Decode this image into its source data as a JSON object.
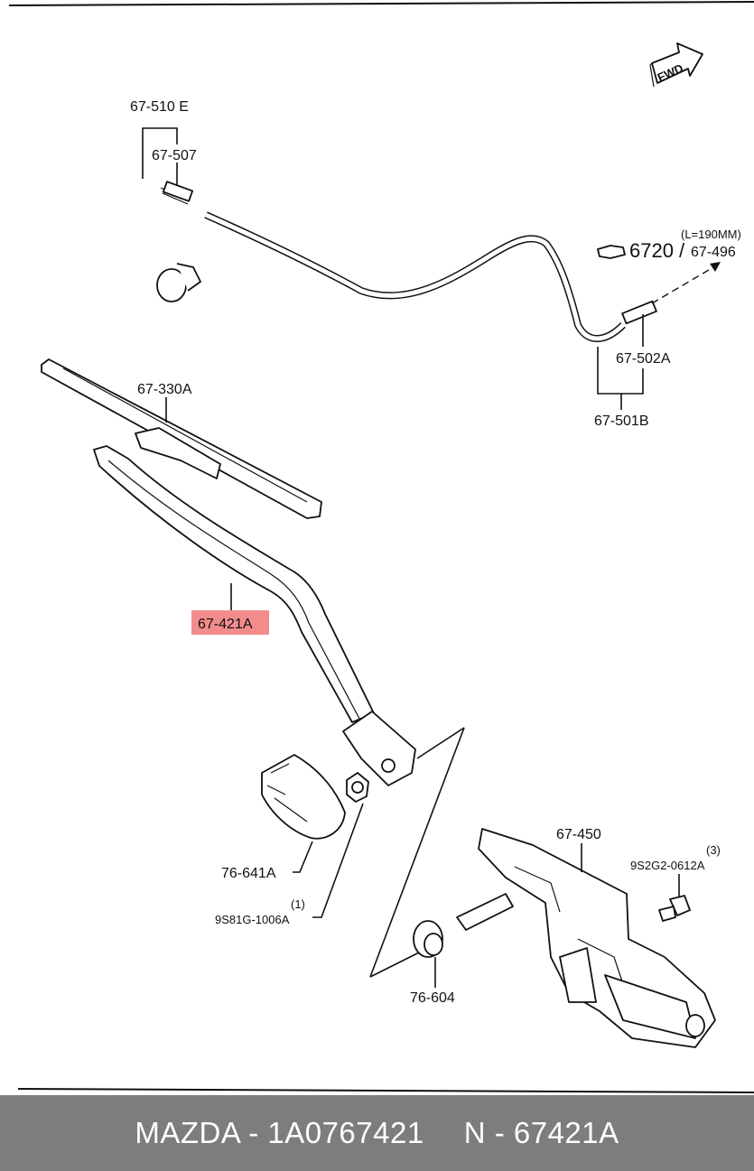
{
  "labels": {
    "hose_top": "67-510 E",
    "jet_nozzle": "67-507",
    "blade": "67-330A",
    "arm": "67-421A",
    "ref_page": "6720",
    "ref_slash": "/",
    "ref_part": "67-496",
    "ref_length": "(L=190MM)",
    "joint": "67-502A",
    "hose_bottom": "67-501B",
    "cap": "76-641A",
    "nut_qty": "(1)",
    "nut": "9S81G-1006A",
    "motor": "67-450",
    "bolt_qty": "(3)",
    "bolt": "9S2G2-0612A",
    "bushing": "76-604",
    "fwd": "FWD"
  },
  "footer": {
    "brand_part": "MAZDA - 1A0767421",
    "oem_part": "N - 67421A"
  }
}
